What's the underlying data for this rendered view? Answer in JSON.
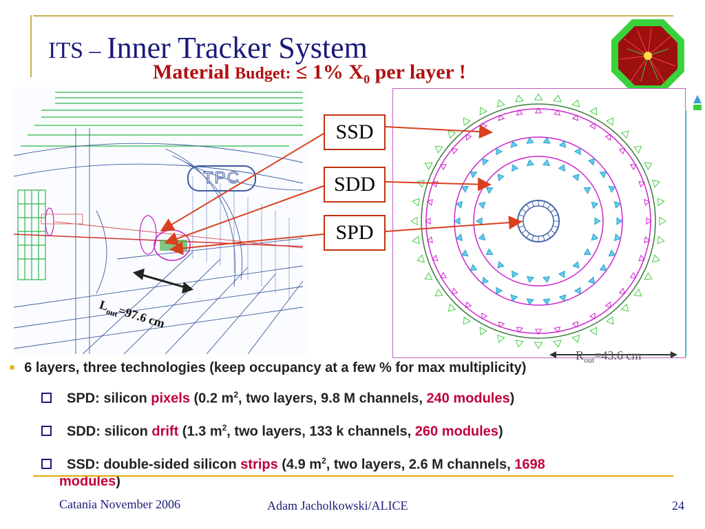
{
  "slide": {
    "title_prefix": "ITS – ",
    "title_main": "Inner Tracker System",
    "subtitle_a": "Material ",
    "subtitle_b": "Budget:",
    "subtitle_c": " ≤ 1% X",
    "subtitle_sub": "0",
    "subtitle_d": " per layer !"
  },
  "figure": {
    "tpc_label": "TPC",
    "lout_L": "L",
    "lout_sub": "out",
    "lout_value": "=97.6 cm",
    "rout_R": "R",
    "rout_sub": "out",
    "rout_value": "=43.6  cm"
  },
  "detector_labels": {
    "ssd": "SSD",
    "sdd": "SDD",
    "spd": "SPD"
  },
  "bullets": {
    "main": "6 layers, three technologies (keep occupancy at a few % for max multiplicity)",
    "spd": {
      "a": "SPD: silicon ",
      "hl1": "pixels",
      "b": " (0.2 m",
      "sup": "2",
      "c": ", two layers, 9.8 M channels, ",
      "hl2": "240 modules",
      "d": ")"
    },
    "sdd": {
      "a": "SDD: silicon ",
      "hl1": "drift",
      "b": " (1.3 m",
      "sup": "2",
      "c": ", two layers, 133 k channels, ",
      "hl2": "260 modules",
      "d": ")"
    },
    "ssd": {
      "a": "SSD: double-sided silicon ",
      "hl1": "strips",
      "b": " (4.9 m",
      "sup": "2",
      "c": ", two layers, 2.6 M channels, ",
      "hl2a": "1698",
      "hl2b": "modules",
      "d": ")"
    }
  },
  "footer": {
    "left": "Catania November 2006",
    "center": "Adam Jacholkowski/ALICE",
    "page": "24"
  },
  "colors": {
    "title": "#1a1a7a",
    "subtitle": "#b01010",
    "highlight": "#c0003a",
    "label_border": "#c03010",
    "bullet": "#e8b000"
  }
}
